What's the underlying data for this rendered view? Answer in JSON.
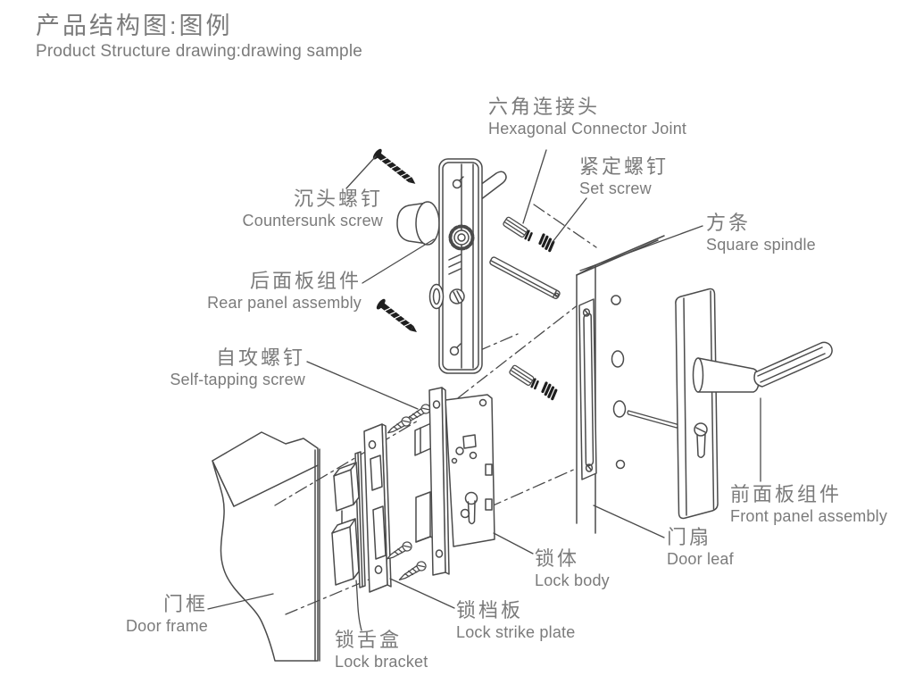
{
  "title": {
    "zh": "产品结构图:图例",
    "en": "Product Structure drawing:drawing sample"
  },
  "labels": {
    "hex_connector": {
      "zh": "六角连接头",
      "en": "Hexagonal Connector Joint"
    },
    "set_screw": {
      "zh": "紧定螺钉",
      "en": "Set screw"
    },
    "countersunk_screw": {
      "zh": "沉头螺钉",
      "en": "Countersunk screw"
    },
    "rear_panel": {
      "zh": "后面板组件",
      "en": "Rear panel assembly"
    },
    "self_tapping_screw": {
      "zh": "自攻螺钉",
      "en": "Self-tapping screw"
    },
    "square_spindle": {
      "zh": "方条",
      "en": "Square spindle"
    },
    "front_panel": {
      "zh": "前面板组件",
      "en": "Front panel assembly"
    },
    "door_leaf": {
      "zh": "门扇",
      "en": "Door leaf"
    },
    "lock_body": {
      "zh": "锁体",
      "en": "Lock body"
    },
    "lock_strike_plate": {
      "zh": "锁档板",
      "en": "Lock strike plate"
    },
    "lock_bracket": {
      "zh": "锁舌盒",
      "en": "Lock bracket"
    },
    "door_frame": {
      "zh": "门框",
      "en": "Door frame"
    }
  },
  "colors": {
    "background": "#ffffff",
    "label_text": "#7b7b7b",
    "drawing_line": "#4b4b4b",
    "screw_dark_fill": "#1f1f1f"
  }
}
